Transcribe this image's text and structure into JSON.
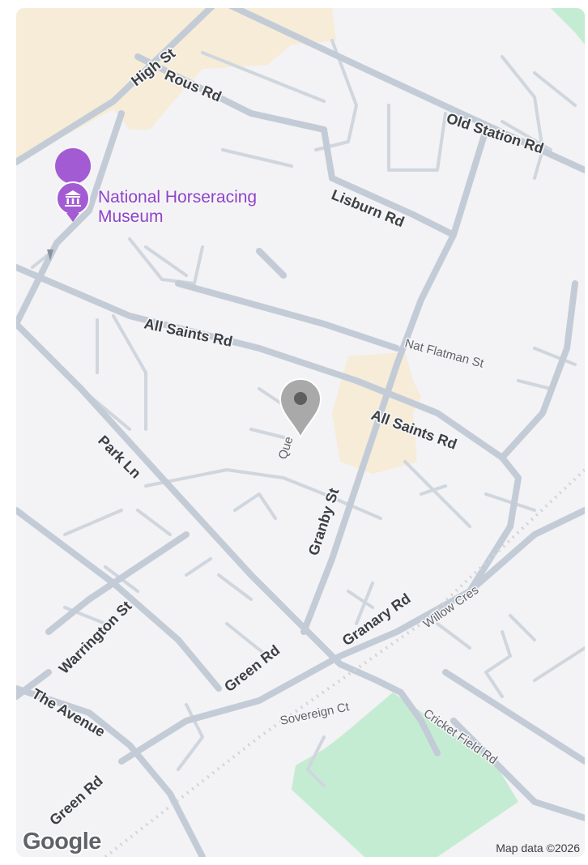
{
  "map": {
    "roads": {
      "high_st": "High St",
      "rous_rd": "Rous Rd",
      "old_station_rd": "Old Station Rd",
      "lisburn_rd": "Lisburn Rd",
      "all_saints_rd_west": "All Saints Rd",
      "all_saints_rd_east": "All Saints Rd",
      "nat_flatman_st": "Nat Flatman St",
      "park_ln": "Park Ln",
      "granby_st": "Granby St",
      "que": "Que",
      "warrington_st": "Warrington St",
      "granary_rd": "Granary Rd",
      "willow_cres": "Willow Cres",
      "green_rd_center": "Green Rd",
      "the_avenue": "The Avenue",
      "sovereign_ct": "Sovereign Ct",
      "cricket_field_rd": "Cricket Field Rd",
      "green_rd_south": "Green Rd"
    },
    "poi": {
      "name_line1": "National Horseracing",
      "name_line2": "Museum",
      "icon": "museum-icon"
    },
    "marker": {
      "icon": "map-pin-icon"
    },
    "colors": {
      "background": "#f3f2f4",
      "road": "#c3ccd6",
      "built_area": "#f6ecd7",
      "park": "#c4ecd2",
      "poi_purple": "#a35bd3",
      "pin": "#a9a9a9"
    },
    "attribution": "Map data ©2026",
    "logo": "Google"
  }
}
